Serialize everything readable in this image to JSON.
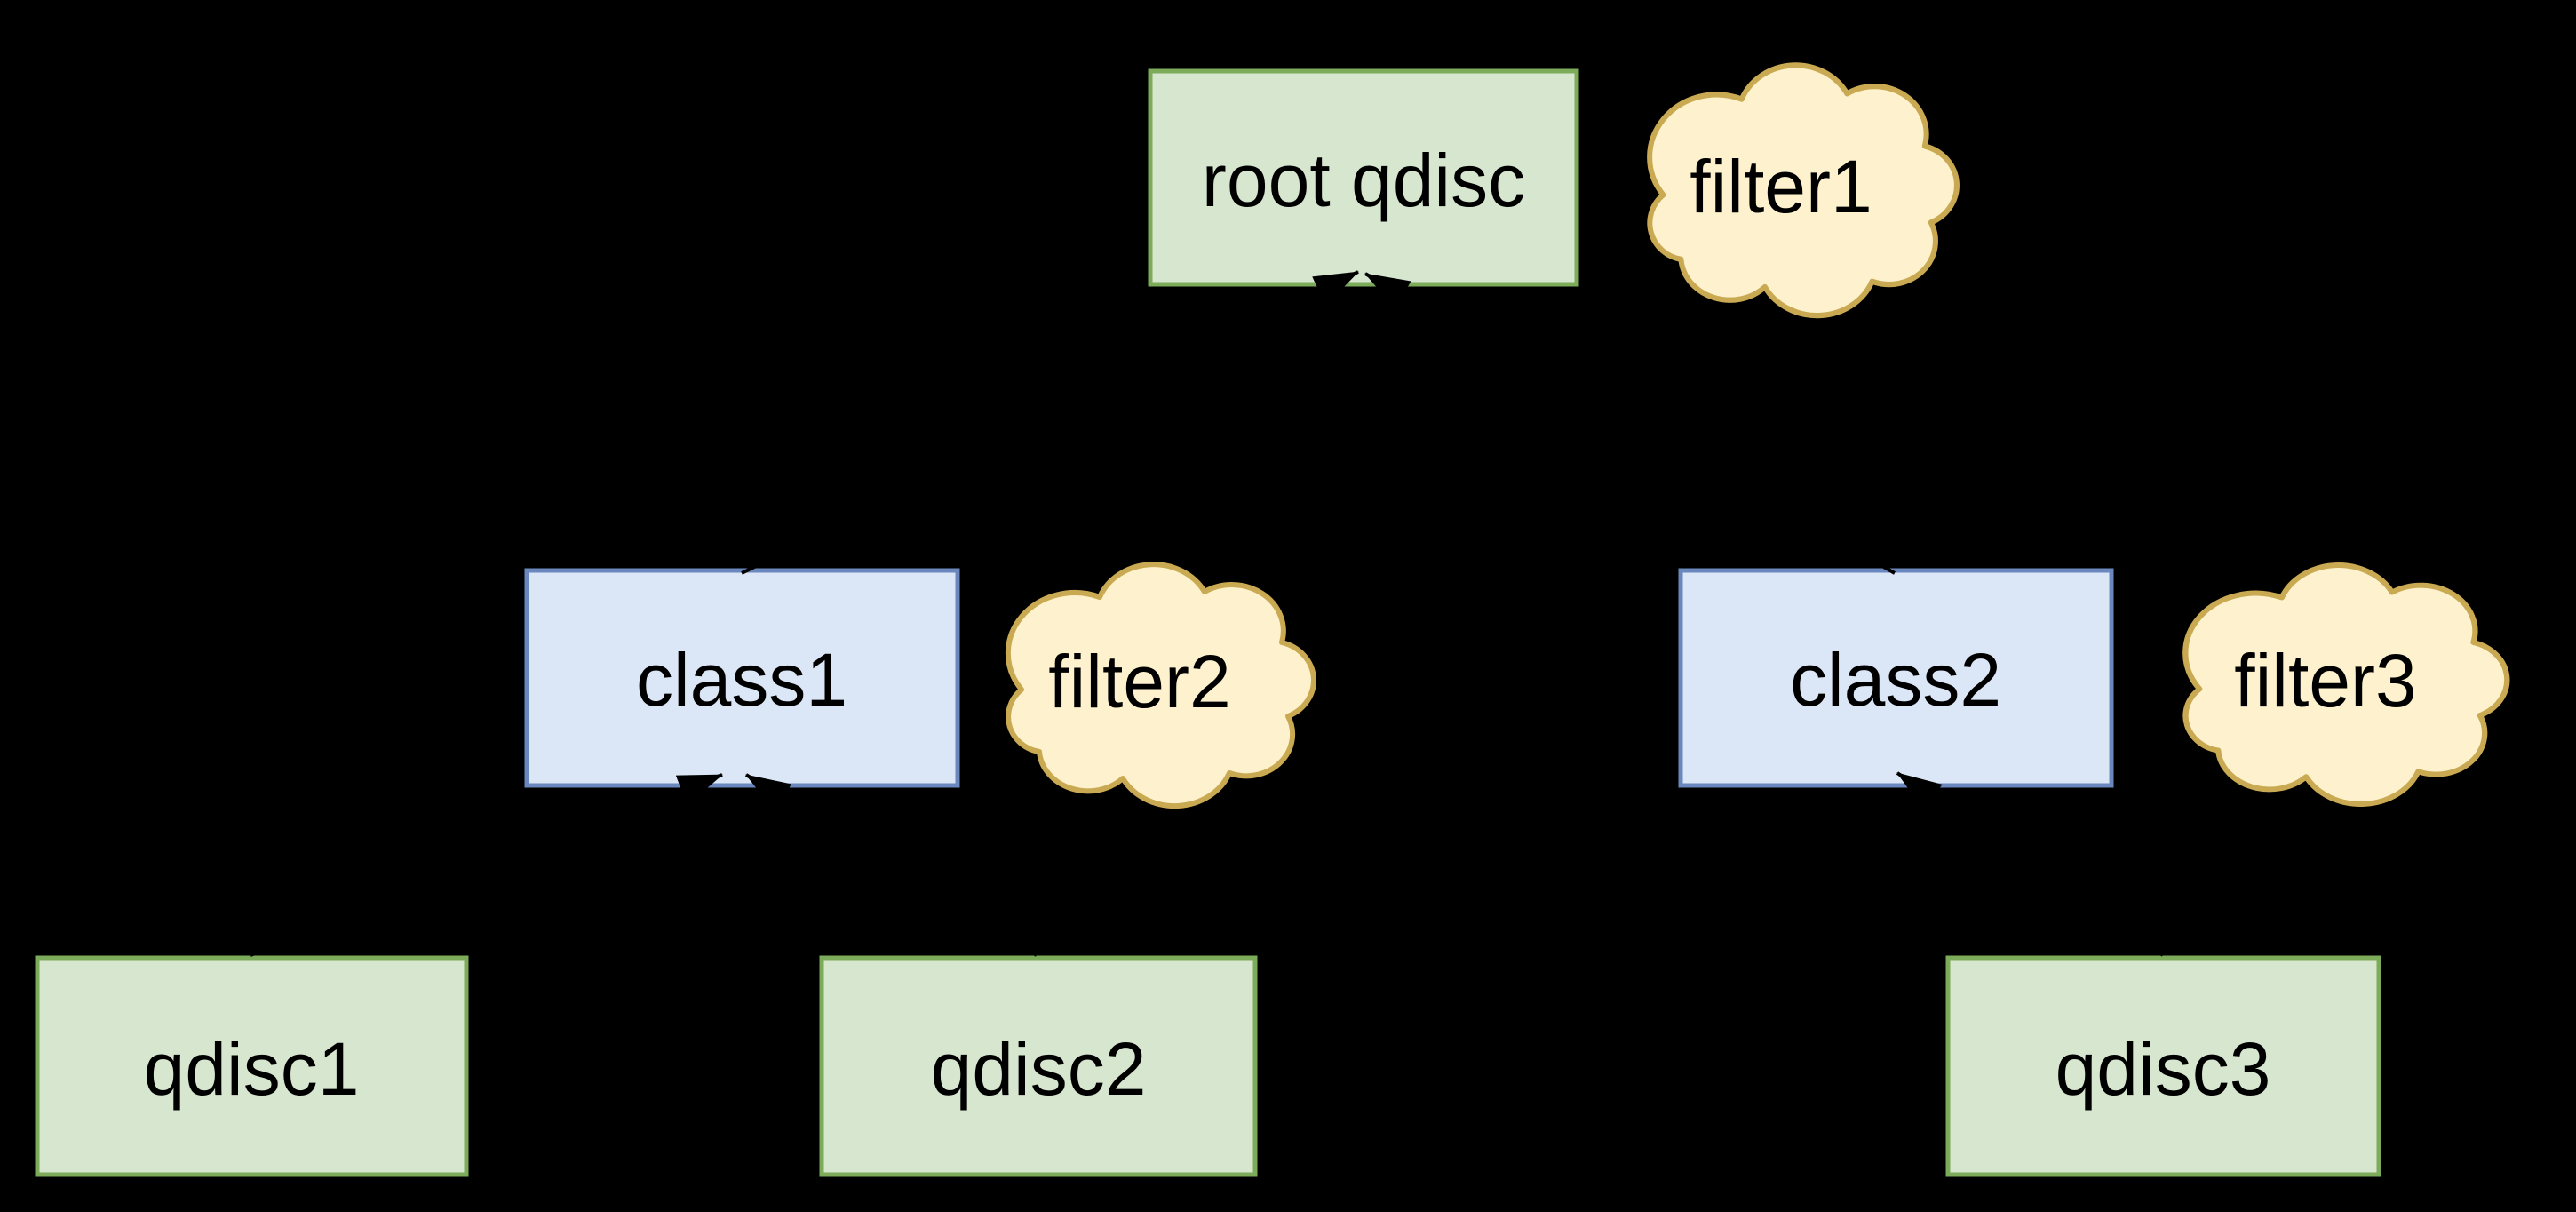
{
  "diagram": {
    "title_hint": "Linux traffic-control qdisc/class/filter hierarchy",
    "nodes": {
      "root_qdisc": {
        "label": "root qdisc",
        "shape": "rectangle",
        "fill": "#d7e6cf",
        "border": "#7cab5a"
      },
      "class1": {
        "label": "class1",
        "shape": "rectangle",
        "fill": "#dbe6f6",
        "border": "#6a88be"
      },
      "class2": {
        "label": "class2",
        "shape": "rectangle",
        "fill": "#dbe6f6",
        "border": "#6a88be"
      },
      "qdisc1": {
        "label": "qdisc1",
        "shape": "rectangle",
        "fill": "#d7e6cf",
        "border": "#7cab5a"
      },
      "qdisc2": {
        "label": "qdisc2",
        "shape": "rectangle",
        "fill": "#d7e6cf",
        "border": "#7cab5a"
      },
      "qdisc3": {
        "label": "qdisc3",
        "shape": "rectangle",
        "fill": "#d7e6cf",
        "border": "#7cab5a"
      },
      "filter1": {
        "label": "filter1",
        "shape": "cloud",
        "fill": "#fdf2cd",
        "border": "#c9a952"
      },
      "filter2": {
        "label": "filter2",
        "shape": "cloud",
        "fill": "#fdf2cd",
        "border": "#c9a952"
      },
      "filter3": {
        "label": "filter3",
        "shape": "cloud",
        "fill": "#fdf2cd",
        "border": "#c9a952"
      }
    },
    "edges": [
      {
        "from": "class1",
        "to": "root_qdisc",
        "arrow": "into-bottom-of-target"
      },
      {
        "from": "class2",
        "to": "root_qdisc",
        "arrow": "into-bottom-of-target"
      },
      {
        "from": "qdisc1",
        "to": "class1",
        "arrow": "into-bottom-of-target"
      },
      {
        "from": "qdisc2",
        "to": "class1",
        "arrow": "into-bottom-of-target"
      },
      {
        "from": "qdisc3",
        "to": "class2",
        "arrow": "into-bottom-of-target"
      }
    ],
    "colors": {
      "background": "#000000",
      "edge_line": "#000000",
      "text": "#000000"
    }
  }
}
